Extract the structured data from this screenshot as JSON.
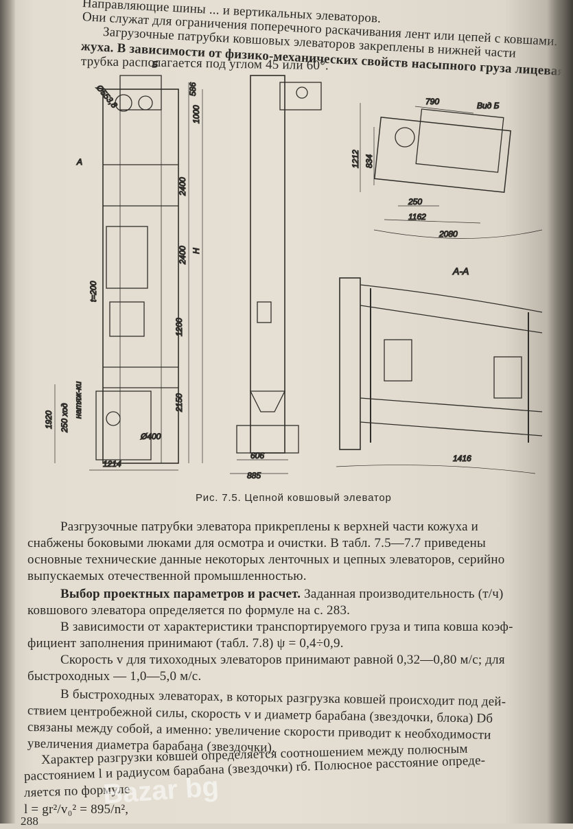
{
  "top_lines": [
    "Направляющие шины ... и вертикальных элеваторов.",
    "Они служат для ограничения поперечного раскачивания лент или цепей с ковшами.",
    "Загрузочные патрубки ковшовых элеваторов закреплены в нижней части",
    "жуха. В зависимости от физико-механических свойств насыпного груза лицевая",
    "трубка располагается под углом 45 или 60°."
  ],
  "figure": {
    "caption": "Рис. 7.5. Цепной ковшовый элеватор",
    "dimensions": {
      "d_top": "Ø553,8",
      "b": "Б",
      "d586": "586",
      "d1000": "1000",
      "d2400a": "2400",
      "d2400b": "2400",
      "h": "H",
      "t200": "t=200",
      "d1200": "1200",
      "d2150": "2150",
      "d1920": "1920",
      "d250": "250 ход",
      "tension": "натяж-ки",
      "d400": "Ø400",
      "d1214": "1214",
      "d606": "606",
      "d885": "885",
      "a_mark": "A",
      "d790": "790",
      "vid_b": "Вид Б",
      "d1212": "1212",
      "d834": "834",
      "d250b": "250",
      "d1162": "1162",
      "d2080": "2080",
      "section": "A-A",
      "d1416": "1416"
    }
  },
  "body_lines": [
    "Разгрузочные патрубки элеватора прикреплены к верхней части кожуха и",
    "снабжены боковыми люками для осмотра и очистки. В табл. 7.5—7.7 приведены",
    "основные технические данные некоторых ленточных и цепных элеваторов, серийно",
    "выпускаемых отечественной промышленностью."
  ],
  "section_title": "Выбор проектных параметров и расчет.",
  "section_lines": [
    " Заданная производительность (т/ч)",
    "ковшового элеватора определяется по формуле на с. 283.",
    "В зависимости от характеристики транспортируемого груза и типа ковша коэф-",
    "фициент заполнения принимают (табл. 7.8) ψ = 0,4÷0,9.",
    "Скорость v для тихоходных элеваторов принимают равной 0,32—0,80 м/с; для",
    "быстроходных — 1,0—5,0 м/с.",
    "В быстроходных элеваторах, в которых разгрузка ковшей происходит под дей-",
    "ствием центробежной силы, скорость v и диаметр барабана (звездочки, блока) Dб",
    "связаны между собой, а именно: увеличение скорости приводит к необходимости",
    "увеличения диаметра барабана (звездочки).",
    "Характер разгрузки ковшей определяется соотношением между полюсным",
    "расстоянием l и радиусом барабана (звездочки) rб. Полюсное расстояние опреде-",
    "ляется по формуле"
  ],
  "formula": "l = gr²/v₀² = 895/n²,",
  "page_number": "288",
  "watermark": "Bazar bg"
}
